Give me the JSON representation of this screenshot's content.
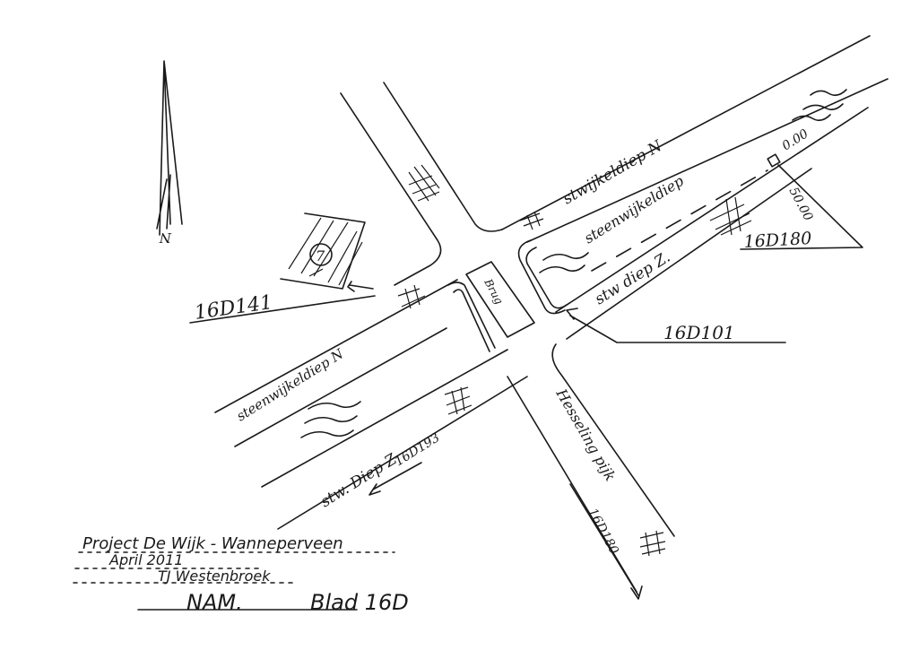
{
  "north_arrow_label": "N",
  "labels": {
    "stwijkelsdiep_n_top": "stwijkeldiep N",
    "steenwijkerdiep_center": "steenwijkeldiep",
    "oo0": "0.00",
    "dist_50": "50.00",
    "ref_160180": "16D180",
    "stwdiep_z_right": "stw diep Z.",
    "ref_160101": "16D101",
    "brug": "Brug",
    "circle_num": "7",
    "ref_160141": "16D141",
    "steenwijkelsdiep_n_left": "steenwijkeldiep N",
    "stwdiep_z_bottom": "stw. Diep Z",
    "ref_160193": "16D193",
    "hesselingpijk": "Hesseling pijk",
    "ref_160180_lower": "16D180"
  },
  "title_block": {
    "project": "Project   De Wijk - Wanneperveen",
    "date": "April 2011",
    "author": "TJ Westenbroek",
    "company": "NAM.",
    "sheet": "Blad 16D"
  },
  "colors": {
    "ink": "#1a1a1a",
    "paper": "#ffffff"
  }
}
